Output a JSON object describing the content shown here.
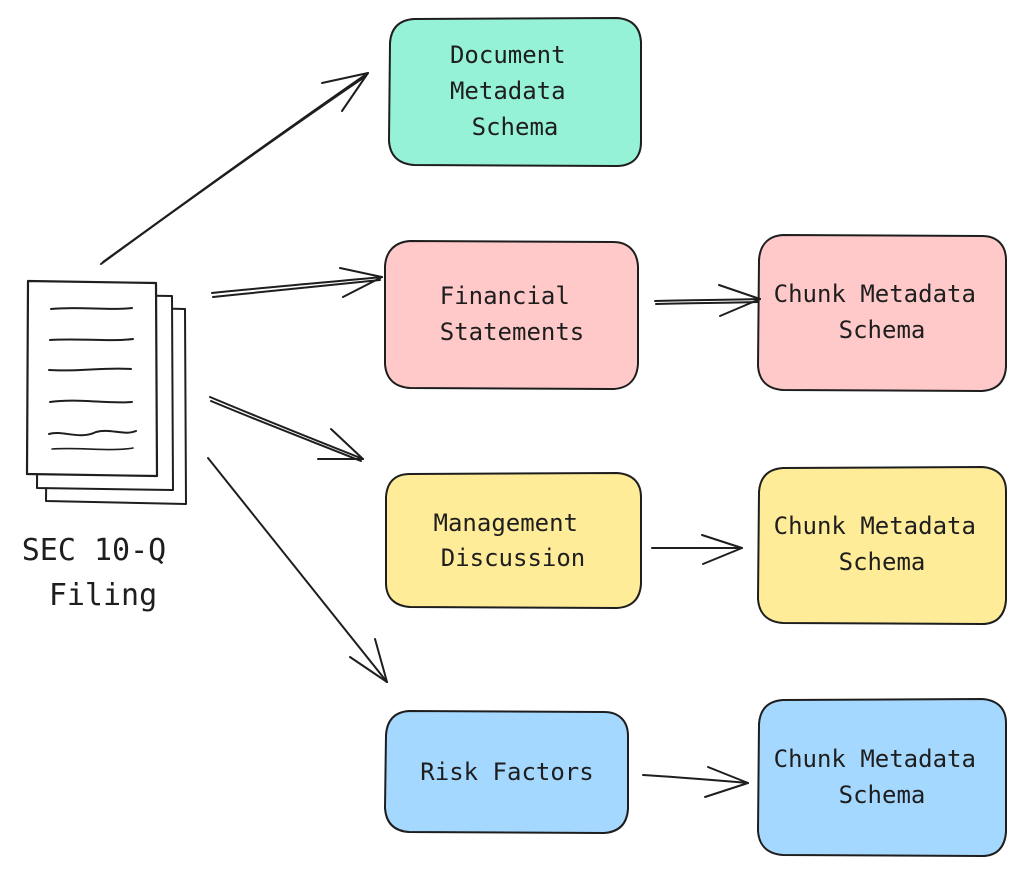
{
  "source": {
    "label_lines": [
      "SEC 10-Q",
      "Filing"
    ]
  },
  "document_metadata": {
    "label_lines": [
      "Document",
      "Metadata",
      "Schema"
    ],
    "color": "#96f2d7"
  },
  "sections": [
    {
      "key": "financial-statements",
      "label_lines": [
        "Financial",
        "Statements"
      ],
      "color": "#ffc9c9",
      "chunk": {
        "label_lines": [
          "Chunk Metadata",
          "Schema"
        ]
      }
    },
    {
      "key": "management-discussion",
      "label_lines": [
        "Management",
        "Discussion"
      ],
      "color": "#ffec99",
      "chunk": {
        "label_lines": [
          "Chunk Metadata",
          "Schema"
        ]
      }
    },
    {
      "key": "risk-factors",
      "label_lines": [
        "Risk Factors"
      ],
      "color": "#a5d8ff",
      "chunk": {
        "label_lines": [
          "Chunk Metadata",
          "Schema"
        ]
      }
    }
  ],
  "icons": {
    "source_icon": "document-stack-icon"
  }
}
